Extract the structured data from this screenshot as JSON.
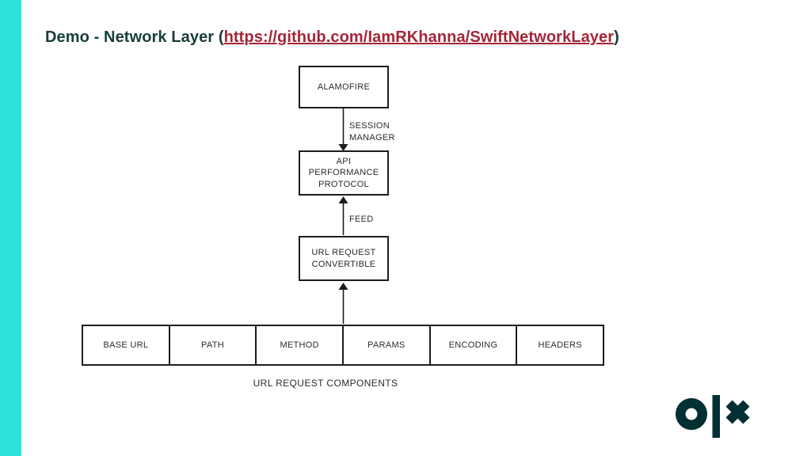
{
  "slide": {
    "title": {
      "prefix": "Demo - Network Layer (",
      "link_text": "https://github.com/IamRKhanna/SwiftNetworkLayer",
      "suffix": ")"
    },
    "colors": {
      "accent_bar": "#2de2d9",
      "title_text": "#173e3a",
      "link_text": "#a32638",
      "diagram_lines": "#1d1d1d",
      "diagram_text": "#2b2b2b",
      "logo": "#002f34"
    }
  },
  "diagram": {
    "nodes": [
      {
        "label": "ALAMOFIRE"
      },
      {
        "label": "API PERFORMANCE PROTOCOL"
      },
      {
        "label": "URL REQUEST CONVERTIBLE"
      }
    ],
    "edges": [
      {
        "label": "SESSION MANAGER",
        "from": "ALAMOFIRE",
        "to": "API PERFORMANCE PROTOCOL",
        "direction": "down"
      },
      {
        "label": "FEED",
        "from": "URL REQUEST CONVERTIBLE",
        "to": "API PERFORMANCE PROTOCOL",
        "direction": "up"
      },
      {
        "label": "",
        "from": "URL REQUEST COMPONENTS",
        "to": "URL REQUEST CONVERTIBLE",
        "direction": "up"
      }
    ],
    "components_row": [
      "BASE URL",
      "PATH",
      "METHOD",
      "PARAMS",
      "ENCODING",
      "HEADERS"
    ],
    "components_caption": "URL REQUEST COMPONENTS"
  },
  "footer": {
    "logo_name": "olx-logo"
  }
}
